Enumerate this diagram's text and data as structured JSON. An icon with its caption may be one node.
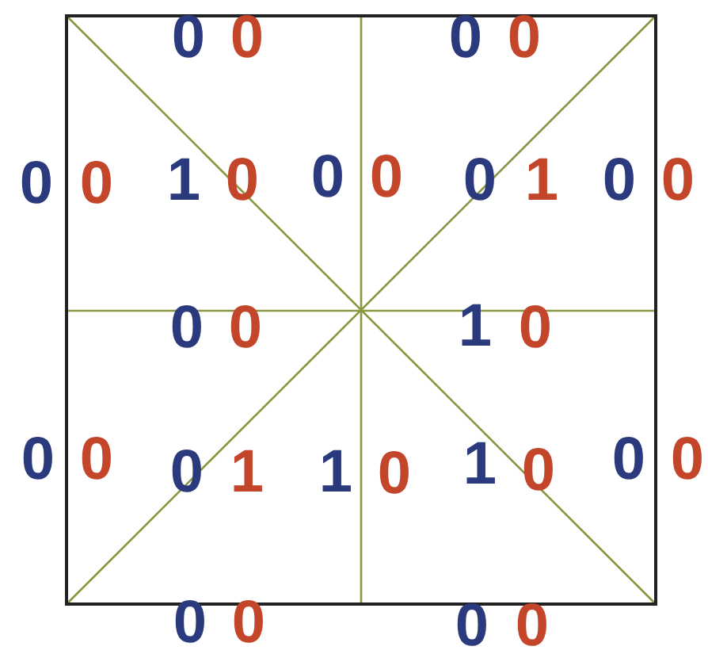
{
  "diagram": {
    "labels": [
      "0",
      "0",
      "0",
      "0",
      "0",
      "0",
      "1",
      "0",
      "0",
      "0",
      "0",
      "1",
      "0",
      "0",
      "0",
      "0",
      "1",
      "0",
      "0",
      "0",
      "0",
      "1",
      "1",
      "0",
      "1",
      "0",
      "0",
      "0",
      "0",
      "0",
      "0",
      "0"
    ]
  }
}
